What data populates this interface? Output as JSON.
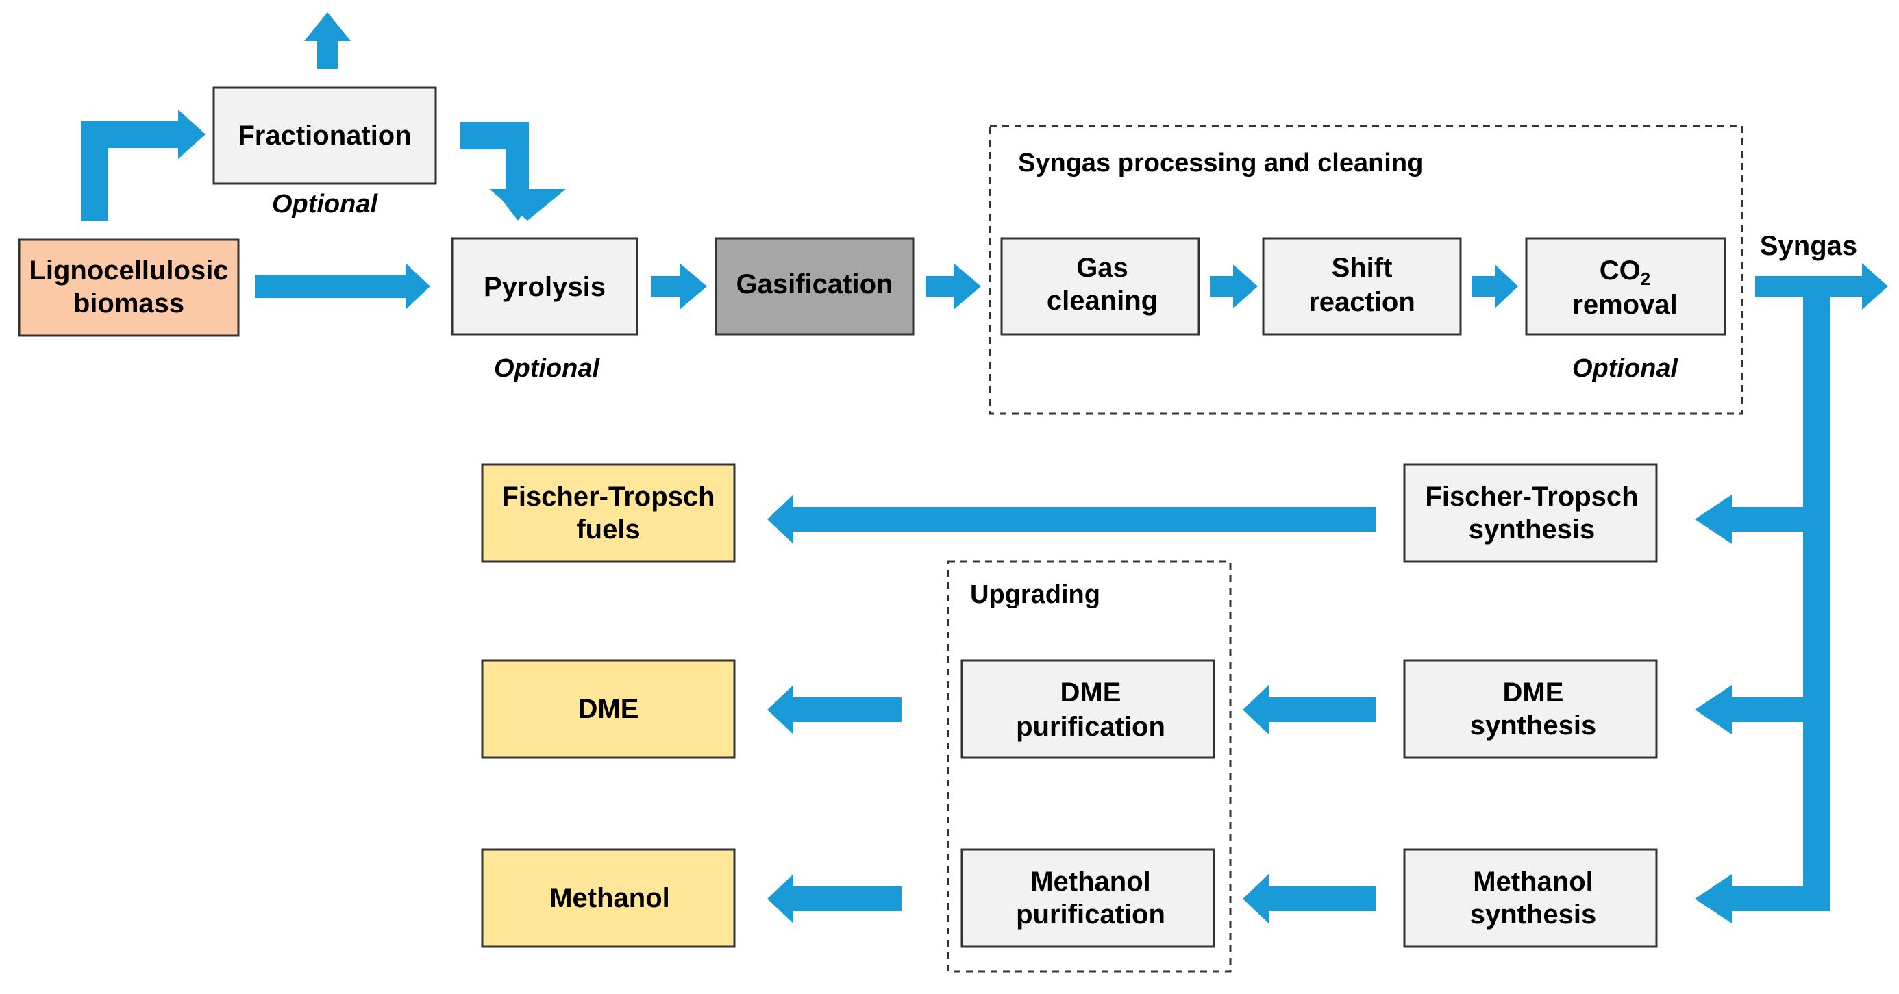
{
  "colors": {
    "arrow": "#1A9AD7",
    "box_default": "#F2F2F2",
    "box_feedstock": "#FBC9A6",
    "box_gasification": "#A6A6A6",
    "box_product": "#FFE699",
    "border": "#333333"
  },
  "groups": {
    "syngas_processing": "Syngas processing and cleaning",
    "upgrading": "Upgrading"
  },
  "boxes": {
    "biomass": [
      "Lignocellulosic",
      "biomass"
    ],
    "fractionation": [
      "Fractionation"
    ],
    "pyrolysis": [
      "Pyrolysis"
    ],
    "gasification": [
      "Gasification"
    ],
    "gas_cleaning": [
      "Gas",
      "cleaning"
    ],
    "shift_reaction": [
      "Shift",
      "reaction"
    ],
    "co2_removal_main": "CO",
    "co2_removal_sub": "2",
    "co2_removal_line2": "removal",
    "ft_synthesis": [
      "Fischer-Tropsch",
      "synthesis"
    ],
    "dme_synthesis": [
      "DME",
      "synthesis"
    ],
    "methanol_synthesis": [
      "Methanol",
      "synthesis"
    ],
    "dme_purification": [
      "DME",
      "purification"
    ],
    "methanol_purification": [
      "Methanol",
      "purification"
    ],
    "ft_fuels": [
      "Fischer-Tropsch",
      "fuels"
    ],
    "dme_product": [
      "DME"
    ],
    "methanol_product": [
      "Methanol"
    ]
  },
  "labels": {
    "optional_fractionation": "Optional",
    "optional_pyrolysis": "Optional",
    "optional_co2": "Optional",
    "syngas": "Syngas"
  }
}
